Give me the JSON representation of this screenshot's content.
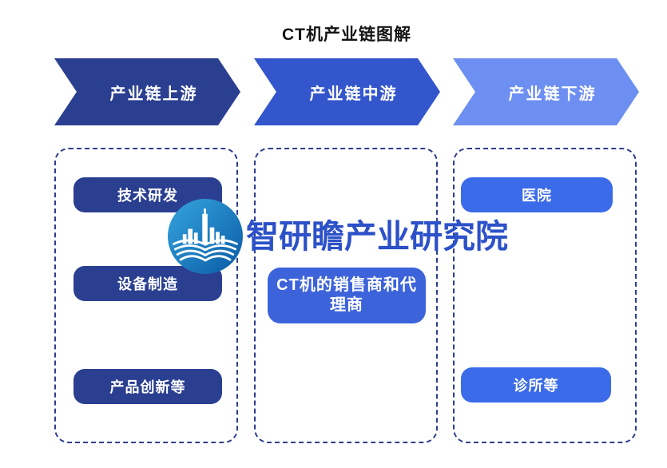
{
  "title": "CT机产业链图解",
  "dashed_border_color": "#2e3c8e",
  "stages": [
    {
      "label": "产业链上游",
      "arrow_color": "#2b3f91",
      "box_color": "#2b3f91",
      "items": [
        "技术研发",
        "设备制造",
        "产品创新等"
      ]
    },
    {
      "label": "产业链中游",
      "arrow_color": "#3356cc",
      "box_color": "#3d63db",
      "items": [
        "CT机的销售商和代理商"
      ]
    },
    {
      "label": "产业链下游",
      "arrow_color": "#6d8ff2",
      "box_color": "#3b6be8",
      "items": [
        "医院",
        "诊所等"
      ]
    }
  ],
  "watermark": {
    "text": "智研瞻产业研究院",
    "text_color": "#2c51c8",
    "logo": "city-skyline-open-book-logo",
    "logo_gradient_top": "#36a5de",
    "logo_gradient_bottom": "#0a5aa5"
  }
}
